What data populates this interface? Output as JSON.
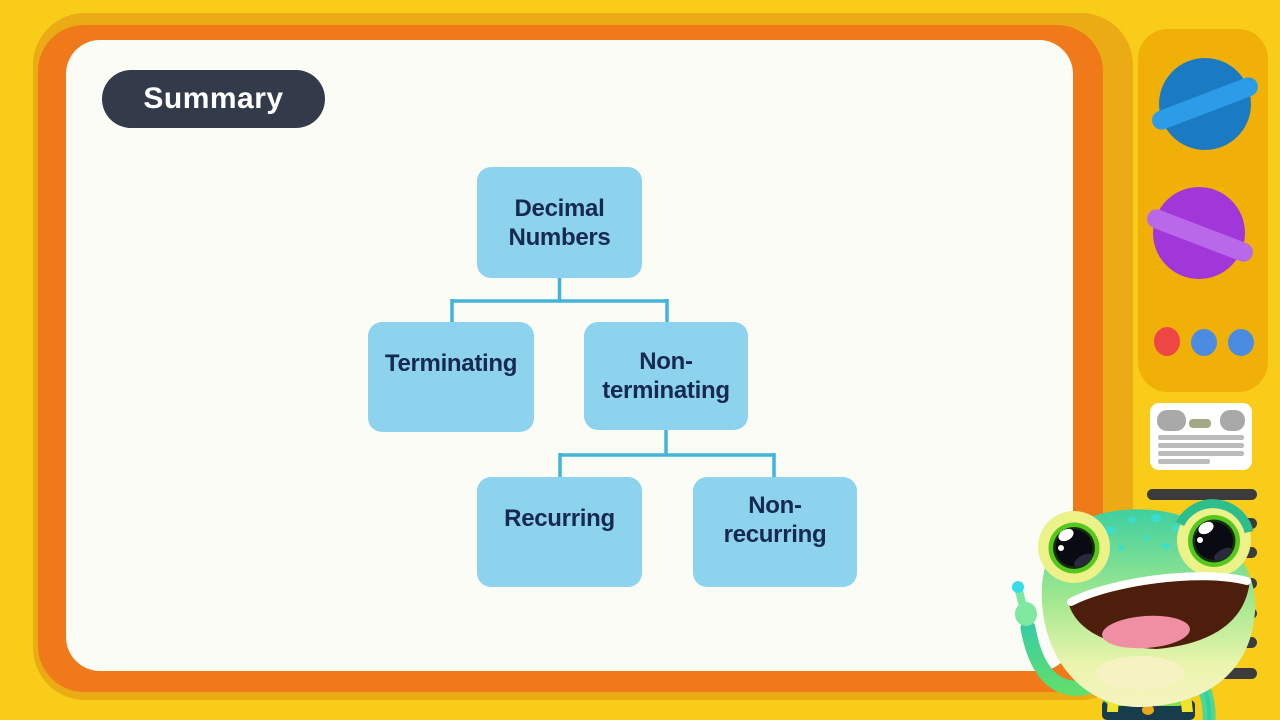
{
  "stage": {
    "kind": "educational-video-frame",
    "title_pill": "Summary"
  },
  "flowchart": {
    "type": "tree",
    "nodes": {
      "root": {
        "label": "Decimal Numbers",
        "lines": [
          "Decimal",
          "Numbers"
        ]
      },
      "terminating": {
        "label": "Terminating",
        "lines": [
          "Terminating"
        ]
      },
      "non_terminating": {
        "label": "Non-terminating",
        "lines": [
          "Non-",
          "terminating"
        ]
      },
      "recurring": {
        "label": "Recurring",
        "lines": [
          "Recurring"
        ]
      },
      "non_recurring": {
        "label": "Non-recurring",
        "lines": [
          "Non-",
          "recurring"
        ]
      }
    },
    "edges": [
      [
        "Decimal Numbers",
        "Terminating"
      ],
      [
        "Decimal Numbers",
        "Non-terminating"
      ],
      [
        "Non-terminating",
        "Recurring"
      ],
      [
        "Non-terminating",
        "Non-recurring"
      ]
    ]
  },
  "sidebar": {
    "icons": [
      {
        "name": "blue-planet-icon"
      },
      {
        "name": "purple-planet-icon"
      },
      {
        "name": "red-dot-icon"
      },
      {
        "name": "blue-dot-icon"
      },
      {
        "name": "blue-dot-icon"
      },
      {
        "name": "document-icon"
      },
      {
        "name": "stripe-bars-decoration",
        "count": 7
      }
    ]
  },
  "mascot": {
    "name": "gecko-character",
    "pose": "smiling, pointing finger up"
  },
  "colors": {
    "background_yellow": "#F8CC18",
    "gold_layer": "#EAAB15",
    "orange_frame": "#F0791A",
    "card_white": "#FCFCF7",
    "pill_dark": "#333B4B",
    "pill_text": "#FFFFFF",
    "node_fill": "#8ED3EE",
    "node_text": "#16294E",
    "connector": "#43B4D9",
    "side_panel_amber": "#F0B008",
    "planet_blue": "#1A7BC2",
    "planet_blue_band": "#2C9CE8",
    "planet_purple": "#A136D9",
    "planet_purple_band": "#BA68EA",
    "dot_red": "#EE4645",
    "dot_blue": "#4B8BE2",
    "stripe_bar": "#3B3B3B"
  }
}
